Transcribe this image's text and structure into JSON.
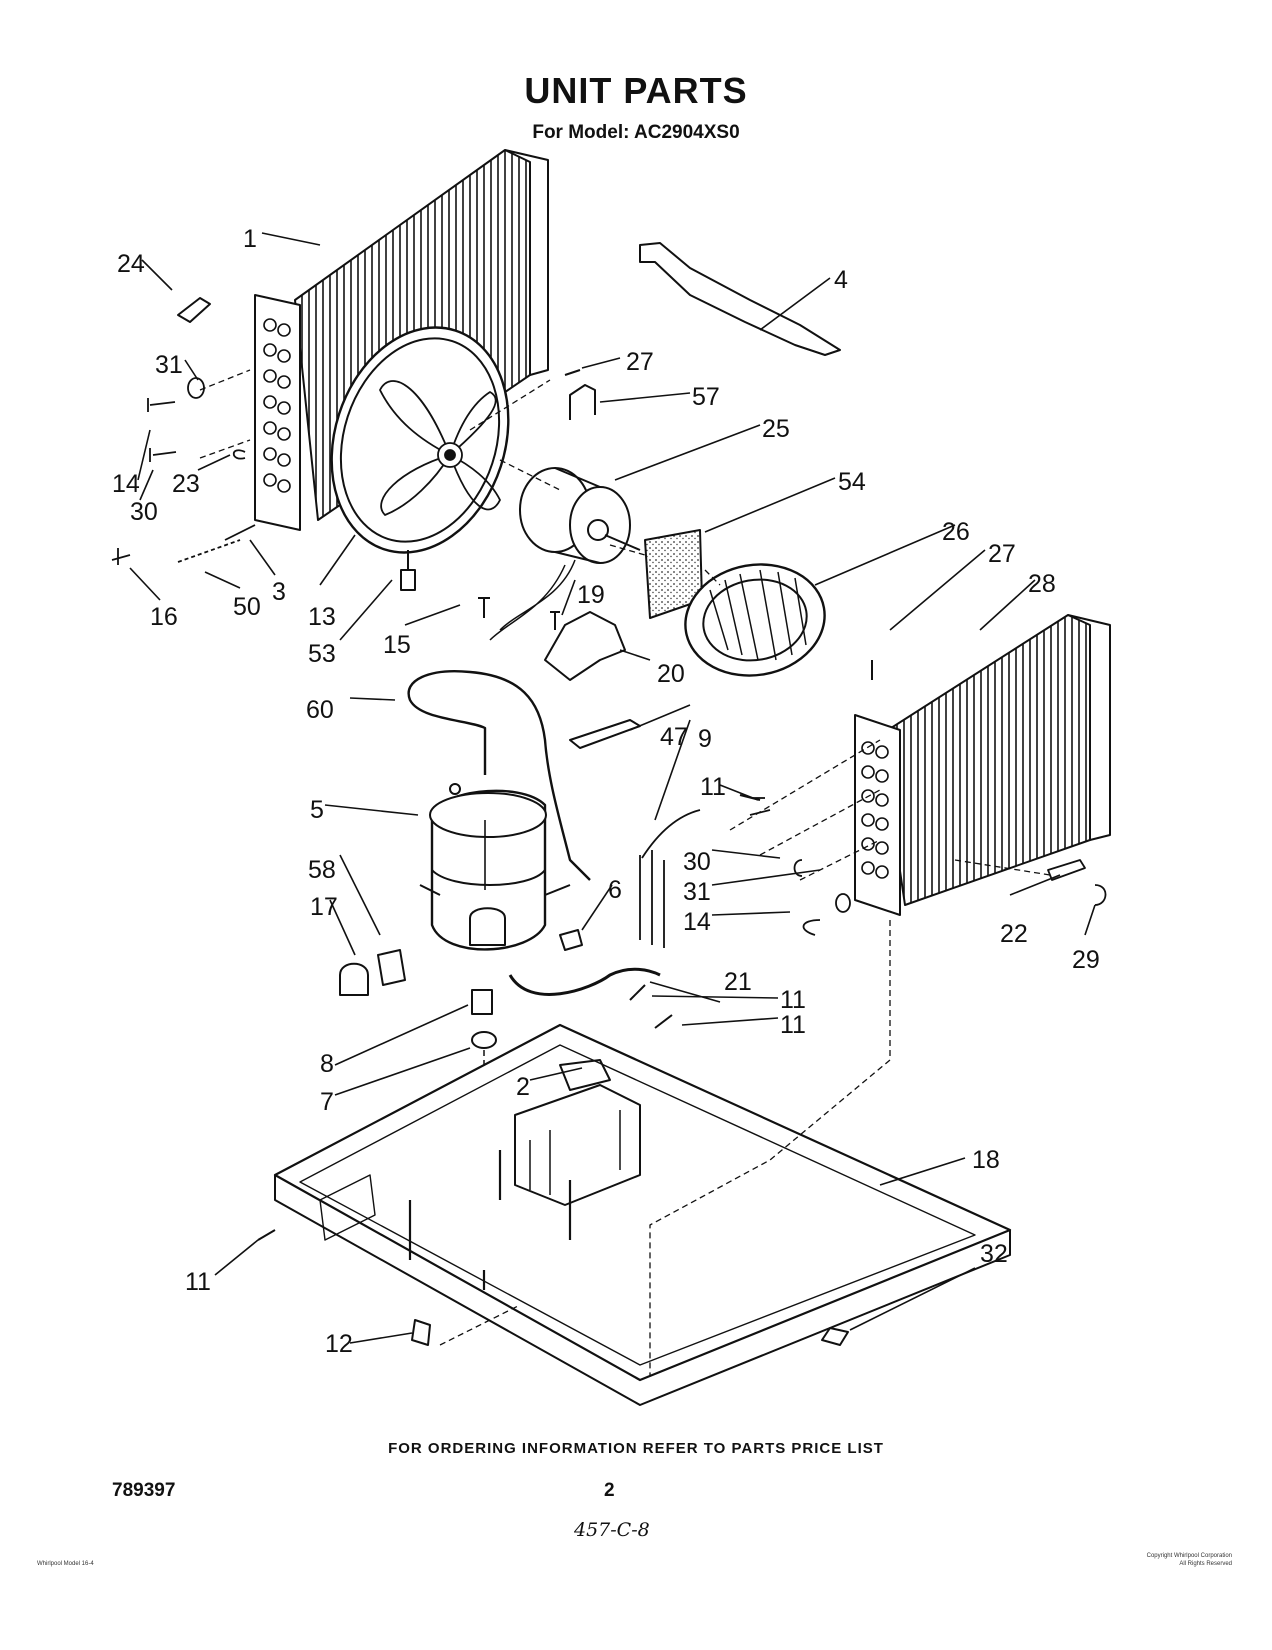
{
  "header": {
    "title": "UNIT PARTS",
    "subtitle": "For Model: AC2904XS0"
  },
  "callouts": [
    "1",
    "24",
    "4",
    "31",
    "27",
    "57",
    "25",
    "14",
    "23",
    "30",
    "54",
    "26",
    "27",
    "28",
    "16",
    "50",
    "3",
    "13",
    "53",
    "15",
    "19",
    "20",
    "60",
    "9",
    "47",
    "11",
    "5",
    "30",
    "31",
    "14",
    "22",
    "29",
    "6",
    "58",
    "17",
    "21",
    "11",
    "11",
    "8",
    "7",
    "2",
    "18",
    "11",
    "32",
    "12"
  ],
  "footer": {
    "ordering_note": "FOR ORDERING INFORMATION REFER TO PARTS PRICE LIST",
    "doc_number": "789397",
    "page_number": "2",
    "handwritten_note": "457-C-8",
    "fine_print_left": "Whirlpool Model 16-4",
    "fine_print_right_1": "Copyright Whirlpool Corporation",
    "fine_print_right_2": "All Rights Reserved"
  }
}
